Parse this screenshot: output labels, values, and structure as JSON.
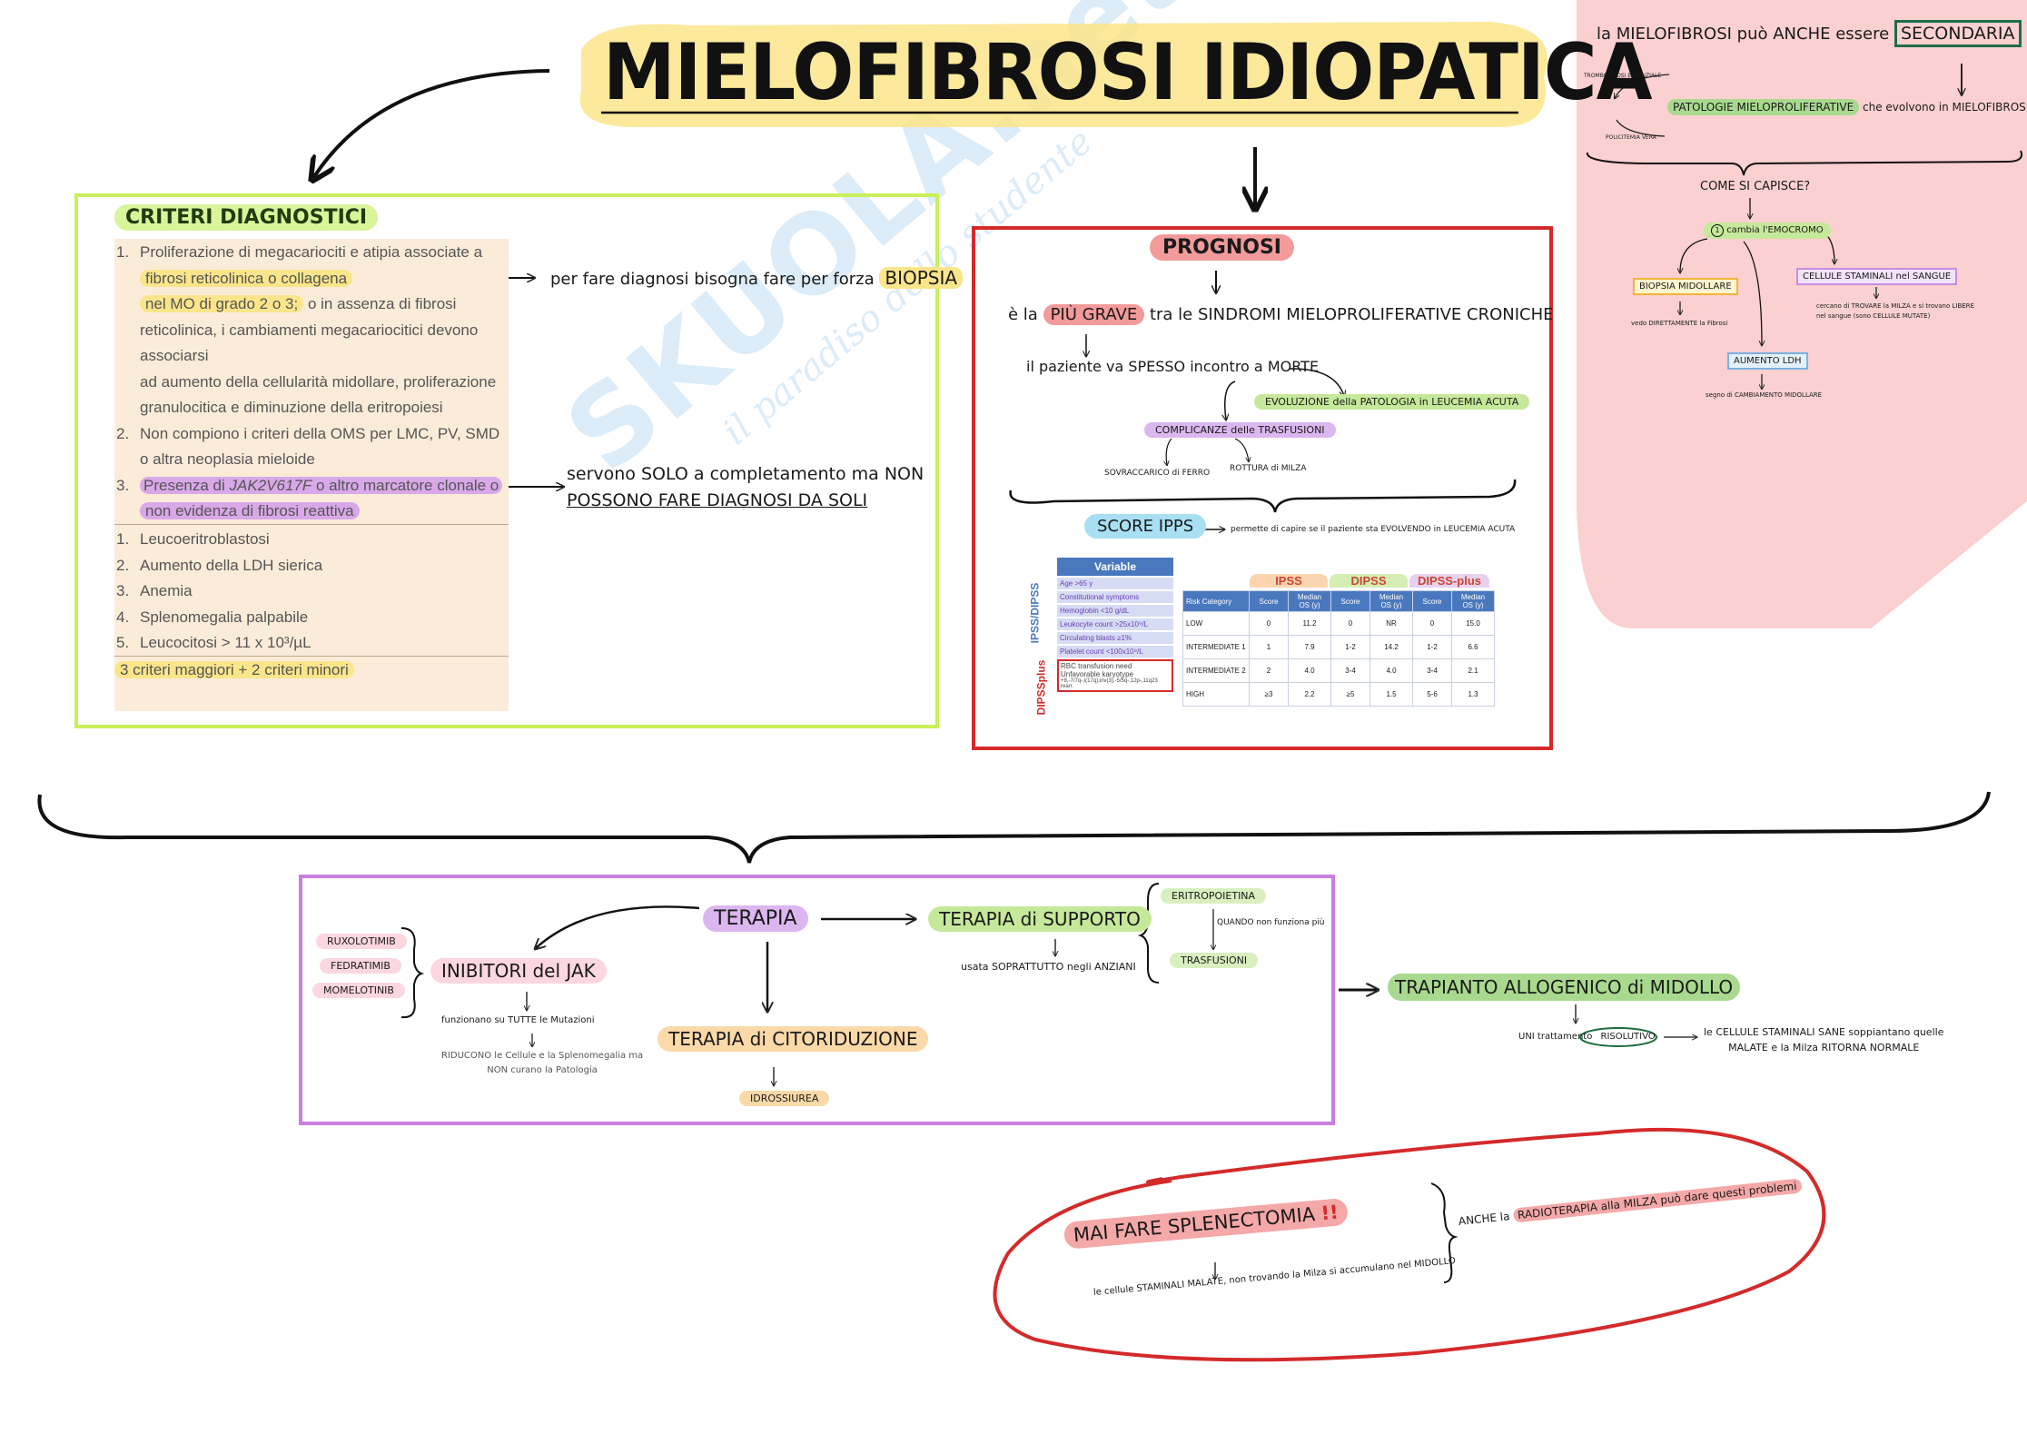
{
  "title": "MIELOFIBROSI IDIOPATICA",
  "colors": {
    "yellow": "#fbe58a",
    "green_box": "#c8f05a",
    "red_box": "#d42a2a",
    "purple_box": "#c87fe0",
    "pink_panel": "#fbd0d0"
  },
  "criteria": {
    "heading": "CRITERI DIAGNOSTICI",
    "major": [
      {
        "num": "1.",
        "lines": [
          "Proliferazione di megacariociti e atipia associate a",
          "fibrosi reticolinica o collagena",
          "nel MO di grado 2 o 3;",
          "o in assenza di fibrosi",
          "reticolinica, i cambiamenti megacariocitici devono",
          "associarsi",
          "ad aumento della cellularità midollare, proliferazione",
          "granulocitica e diminuzione della eritropoiesi"
        ]
      },
      {
        "num": "2.",
        "lines": [
          "Non compiono i criteri della OMS per LMC, PV, SMD",
          "o altra neoplasia mieloide"
        ]
      },
      {
        "num": "3.",
        "lines": [
          "Presenza di",
          "JAK2V617F",
          "o altro marcatore clonale o",
          "non evidenza di fibrosi reattiva"
        ]
      }
    ],
    "minor": [
      {
        "num": "1.",
        "text": "Leucoeritroblastosi"
      },
      {
        "num": "2.",
        "text": "Aumento della LDH sierica"
      },
      {
        "num": "3.",
        "text": "Anemia"
      },
      {
        "num": "4.",
        "text": "Splenomegalia palpabile"
      },
      {
        "num": "5.",
        "text": "Leucocitosi > 11 x 10³/µL"
      }
    ],
    "rule": "3 criteri maggiori + 2 criteri minori",
    "note_biopsy_pre": "per fare diagnosi bisogna fare per forza",
    "note_biopsy_hl": "BIOPSIA",
    "note_solo_1": "servono SOLO a completamento ma NON",
    "note_solo_2": "POSSONO FARE DIAGNOSI DA SOLI"
  },
  "prognosis": {
    "heading": "PROGNOSI",
    "line1_pre": "è la",
    "line1_hl": "PIÙ GRAVE",
    "line1_post": "tra le SINDROMI MIELOPROLIFERATIVE CRONICHE",
    "line2": "il paziente va SPESSO incontro a MORTE",
    "evolution": "EVOLUZIONE della PATOLOGIA in LEUCEMIA ACUTA",
    "complications": "COMPLICANZE delle TRASFUSIONI",
    "iron": "SOVRACCARICO di FERRO",
    "spleen": "ROTTURA di MILZA",
    "score": "SCORE IPPS",
    "score_note": "permette di capire se il paziente sta EVOLVENDO in LEUCEMIA ACUTA",
    "variables_header": "Variable",
    "variables": [
      "Age >65 y",
      "Constitutional symptoms",
      "Hemoglobin <10 g/dL",
      "Leukocyte count >25x10⁹/L",
      "Circulating blasts ≥1%",
      "Platelet count <100x10⁹/L",
      "RBC transfusion need",
      "Unfavorable karyotype",
      "+8,-7/7q-,i(17q),inv(3),-5/5q-,12p-,11q23 rearr."
    ],
    "side_label_1": "IPSS/DIPSS",
    "side_label_2": "DIPSSplus",
    "risk_header": "Risk Category",
    "score_groups": [
      "IPSS",
      "DIPSS",
      "DIPSS-plus"
    ],
    "subheaders": [
      "Score",
      "Median OS (y)"
    ],
    "risk_rows": [
      {
        "cat": "LOW",
        "v": [
          "0",
          "11.2",
          "0",
          "NR",
          "0",
          "15.0"
        ]
      },
      {
        "cat": "INTERMEDIATE 1",
        "v": [
          "1",
          "7.9",
          "1-2",
          "14.2",
          "1-2",
          "6.6"
        ]
      },
      {
        "cat": "INTERMEDIATE 2",
        "v": [
          "2",
          "4.0",
          "3-4",
          "4.0",
          "3-4",
          "2.1"
        ]
      },
      {
        "cat": "HIGH",
        "v": [
          "≥3",
          "2.2",
          "≥5",
          "1.5",
          "5-6",
          "1.3"
        ]
      }
    ]
  },
  "secondary": {
    "title_pre": "la MIELOFIBROSI può ANCHE essere",
    "title_box": "SECONDARIA",
    "trombo": "TROMBOCITOSI ESSENZIALE",
    "poli": "POLICITEMIA VERA",
    "patologie_hl": "PATOLOGIE MIELOPROLIFERATIVE",
    "patologie_post": "che evolvono in MIELOFIBROSI",
    "question": "COME SI CAPISCE?",
    "emocromo": "cambia l'EMOCROMO",
    "biopsia": "BIOPSIA MIDOLLARE",
    "biopsia_note": "vedo DIRETTAMENTE la Fibrosi",
    "cellule": "CELLULE STAMINALI nel SANGUE",
    "cellule_note_1": "cercano di TROVARE la MILZA e si trovano LIBERE",
    "cellule_note_2": "nel sangue (sono CELLULE MUTATE)",
    "ldh": "AUMENTO LDH",
    "ldh_note": "segno di CAMBIAMENTO MIDOLLARE"
  },
  "therapy": {
    "heading": "TERAPIA",
    "jak": "INIBITORI del JAK",
    "drugs": [
      "RUXOLOTIMIB",
      "FEDRATIMIB",
      "MOMELOTINIB"
    ],
    "jak_note": "funzionano su TUTTE le Mutazioni",
    "jak_note2_1": "RIDUCONO le Cellule e la Splenomegalia ma",
    "jak_note2_2": "NON curano la Patologia",
    "support": "TERAPIA di SUPPORTO",
    "support_note": "usata SOPRATTUTTO negli ANZIANI",
    "epo": "ERITROPOIETINA",
    "epo_note": "QUANDO non funziona più",
    "trasf": "TRASFUSIONI",
    "cito": "TERAPIA di CITORIDUZIONE",
    "idro": "IDROSSIUREA"
  },
  "transplant": {
    "heading": "TRAPIANTO ALLOGENICO di MIDOLLO",
    "note_pre": "UNI trattamento",
    "note_circle": "RISOLUTIVO",
    "note_post_1": "le CELLULE STAMINALI SANE soppiantano quelle",
    "note_post_2": "MALATE e la Milza RITORNA NORMALE"
  },
  "splenectomy": {
    "heading": "MAI FARE SPLENECTOMIA",
    "mark": "!!",
    "note": "le cellule STAMINALI MALATE, non trovando la Milza si accumulano nel MIDOLLO",
    "radio_pre": "ANCHE la",
    "radio_hl": "RADIOTERAPIA alla MILZA",
    "radio_post": "può dare questi problemi"
  },
  "watermark": {
    "brand": "SKUOLA.net",
    "tagline": "il paradiso dello studente"
  }
}
